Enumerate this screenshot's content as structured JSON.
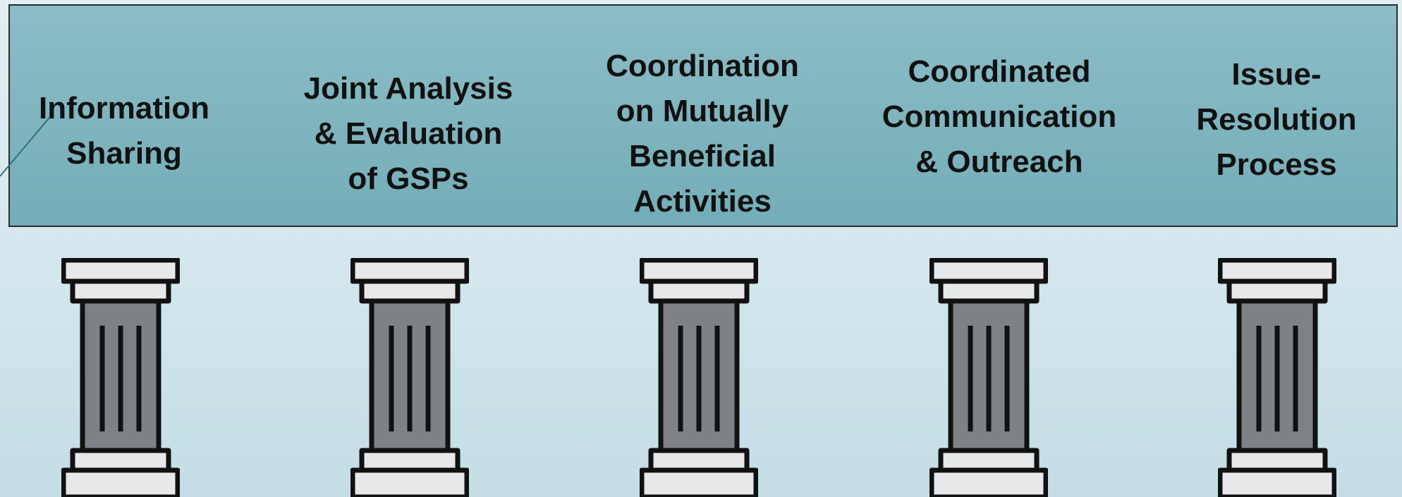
{
  "pillars": [
    {
      "label": "Information\nSharing"
    },
    {
      "label": "Joint Analysis\n& Evaluation\nof GSPs"
    },
    {
      "label": "Coordination\non Mutually\nBeneficial\nActivities"
    },
    {
      "label": "Coordinated\nCommunication\n& Outreach"
    },
    {
      "label": "Issue-\nResolution\nProcess"
    }
  ],
  "colors": {
    "banner": "#7fb4be",
    "background": "#d6e8ee",
    "pillar_shaft": "#7e8287",
    "pillar_cap": "#e6e8ea",
    "outline": "#111111",
    "connector": "#2f6f7f"
  },
  "icons": [
    "pillar-icon"
  ]
}
